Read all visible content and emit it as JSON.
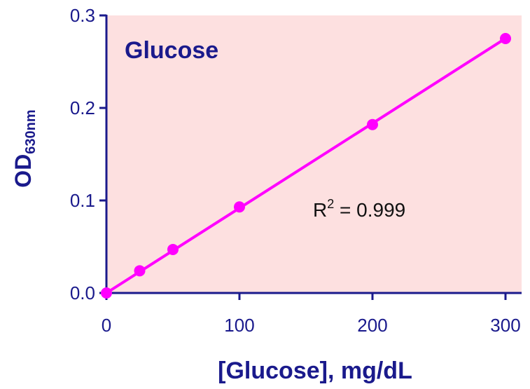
{
  "chart_data": {
    "type": "scatter",
    "title": "Glucose",
    "xlabel": "[Glucose], mg/dL",
    "ylabel_main": "OD",
    "ylabel_sub": "630nm",
    "xlim": [
      0,
      300
    ],
    "ylim": [
      0,
      0.3
    ],
    "x_ticks": [
      0,
      100,
      200,
      300
    ],
    "x_tick_labels": [
      "0",
      "100",
      "200",
      "300"
    ],
    "y_ticks": [
      0,
      0.1,
      0.2,
      0.3
    ],
    "y_tick_labels": [
      "0.0",
      "0.1",
      "0.2",
      "0.3"
    ],
    "annotation_main": "R",
    "annotation_sup": "2",
    "annotation_rest": " = 0.999",
    "grid": false,
    "series": [
      {
        "x": [
          0,
          25,
          50,
          100,
          200,
          300
        ],
        "y": [
          0.0,
          0.024,
          0.047,
          0.093,
          0.182,
          0.275
        ],
        "fit": [
          0,
          0.000917
        ],
        "color": "#ff00ff"
      }
    ],
    "colors": {
      "plot_background": "#fde0e0",
      "axis": "#1a1a8c",
      "text": "#1a1a8c",
      "series": "#ff00ff"
    }
  }
}
